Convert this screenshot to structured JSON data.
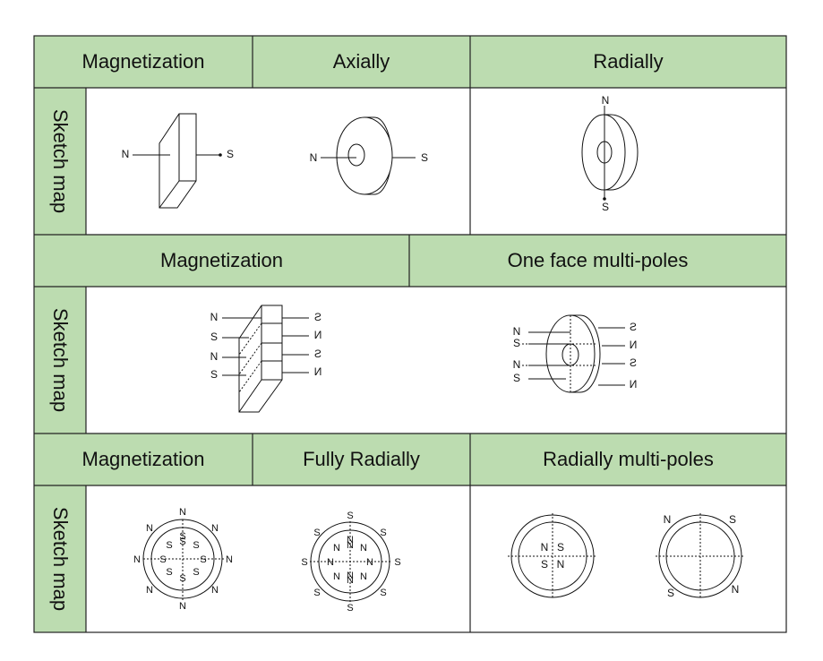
{
  "table": {
    "row1": {
      "h1": "Magnetization",
      "h2": "Axially",
      "h3": "Radially",
      "side": "Sketch map"
    },
    "row2": {
      "h1": "Magnetization",
      "h2": "One face multi-poles",
      "side": "Sketch map"
    },
    "row3": {
      "h1": "Magnetization",
      "h2": "Fully Radially",
      "h3": "Radially multi-poles",
      "side": "Sketch map"
    }
  },
  "poles": {
    "n": "N",
    "s": "S"
  },
  "colors": {
    "header": "#bcdcb0",
    "border": "#222222"
  }
}
